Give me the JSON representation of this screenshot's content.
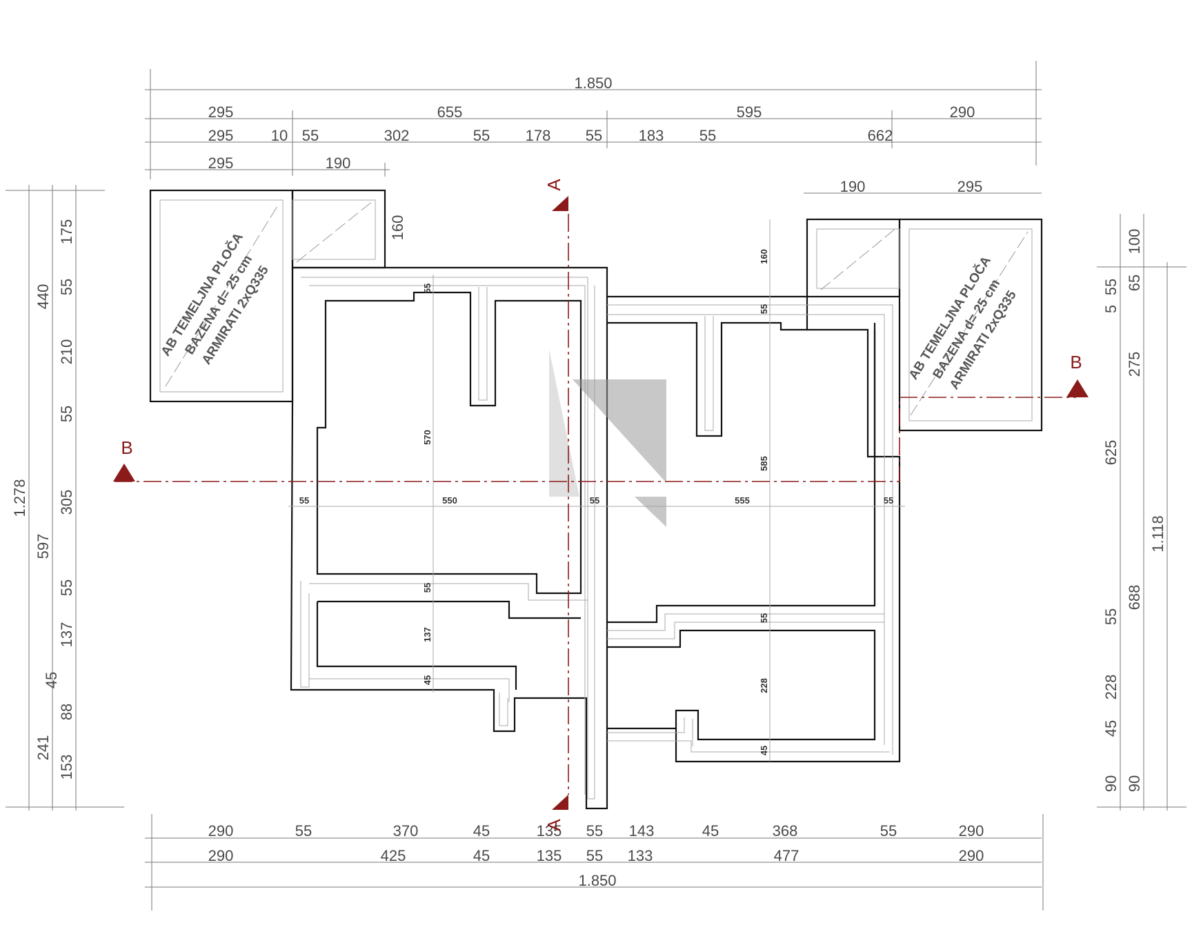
{
  "dimensions": {
    "top_total": "1.850",
    "top_row1": [
      "295",
      "655",
      "595",
      "290"
    ],
    "top_row2": [
      "295",
      "10",
      "55",
      "302",
      "55",
      "178",
      "55",
      "183",
      "55",
      "662"
    ],
    "top_left_pool": [
      "295",
      "190"
    ],
    "top_right_pool": [
      "190",
      "295"
    ],
    "pool_left_depth": "160",
    "bottom_row1": [
      "290",
      "55",
      "370",
      "45",
      "135",
      "55",
      "143",
      "45",
      "368",
      "55",
      "290"
    ],
    "bottom_row2": [
      "290",
      "425",
      "45",
      "135",
      "55",
      "133",
      "477",
      "290"
    ],
    "bottom_total": "1.850",
    "left_total": "1.278",
    "left_col1": [
      "440",
      "597",
      "241"
    ],
    "left_col2": [
      "175",
      "55",
      "210",
      "55",
      "305",
      "55",
      "137",
      "45",
      "88",
      "153"
    ],
    "right_total": "1.118",
    "right_col1": [
      "100",
      "65",
      "275",
      "688",
      "90"
    ],
    "right_col2": [
      "5",
      "55",
      "625",
      "55",
      "228",
      "45",
      "90"
    ],
    "inner": {
      "h_550": "550",
      "h_555": "555",
      "h_55a": "55",
      "h_55b": "55",
      "h_55c": "55",
      "v_570": "570",
      "v_585": "585",
      "v_160": "160",
      "v_55a": "55",
      "v_55b": "55",
      "v_55c": "55",
      "v_55d": "55",
      "v_137": "137",
      "v_45a": "45",
      "v_228": "228",
      "v_45b": "45"
    }
  },
  "notes": {
    "pool_left": [
      "AB TEMELJNA PLOČA",
      "BAZENA d= 25 cm",
      "ARMIRATI 2xQ335"
    ],
    "pool_right": [
      "AB TEMELJNA PLOČA",
      "BAZENA d= 25 cm",
      "ARMIRATI 2xQ335"
    ]
  },
  "sections": {
    "a_top": "A",
    "a_bottom": "A",
    "b_left": "B",
    "b_right": "B"
  },
  "colors": {
    "section": "#8b1a1a",
    "wall": "#111111",
    "dimension": "#4a4a4a"
  }
}
